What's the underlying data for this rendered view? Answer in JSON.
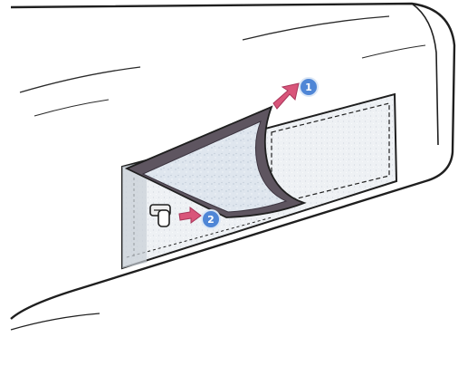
{
  "steps": [
    {
      "number": "1",
      "action": "peel-cover-flap"
    },
    {
      "number": "2",
      "action": "pull-zipper"
    }
  ],
  "colors": {
    "ink": "#1f1f1f",
    "flap_border": "#5e5560",
    "flap_inner": "#dfe6ee",
    "arrow": "#d9557a",
    "badge": "#4f86d6",
    "badge_ring": "#dbe7f6",
    "background": "#ffffff"
  },
  "icons": [
    "zipper-pull-icon",
    "arrow-icon"
  ]
}
